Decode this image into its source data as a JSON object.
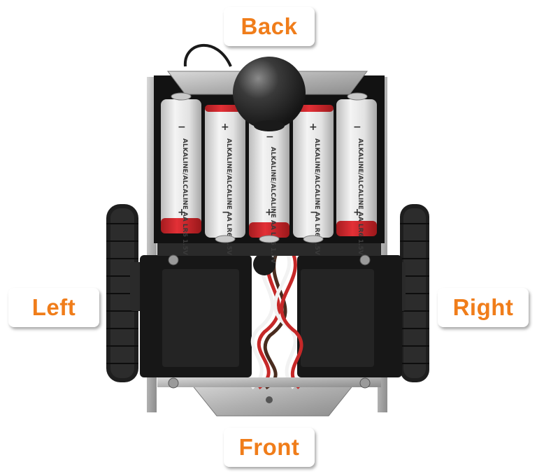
{
  "labels": {
    "back": "Back",
    "left": "Left",
    "right": "Right",
    "front": "Front"
  },
  "batteries": [
    {
      "text": "ALKALINE/ALCALINE AA LR6 1.5V",
      "top_polarity": "−",
      "bottom_polarity": "+"
    },
    {
      "text": "ALKALINE/ALCALINE AA LR6 1.5V",
      "top_polarity": "+",
      "bottom_polarity": "−"
    },
    {
      "text": "ALKALINE/ALCALINE AA LR6 1.5V",
      "top_polarity": "−",
      "bottom_polarity": "+"
    },
    {
      "text": "ALKALINE/ALCALINE AA LR6 1.5V",
      "top_polarity": "+",
      "bottom_polarity": "−"
    },
    {
      "text": "ALKALINE/ALCALINE AA LR6 1.5V",
      "top_polarity": "−",
      "bottom_polarity": "+"
    }
  ],
  "colors": {
    "label_text": "#f07d1a",
    "battery_stripe": "#d8262b"
  }
}
